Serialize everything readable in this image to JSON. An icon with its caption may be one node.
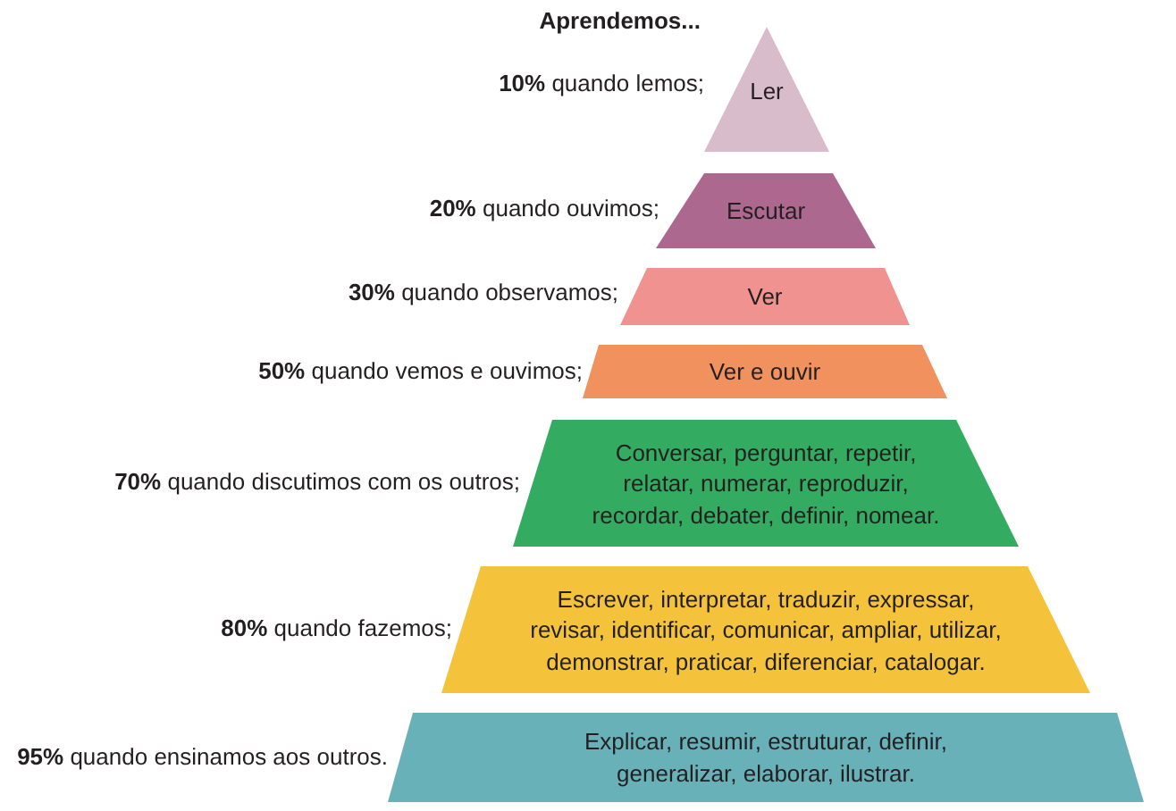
{
  "diagram": {
    "title": "Aprendemos...",
    "nodes": [
      {
        "text": [
          "Ler"
        ],
        "beside": [
          "**10%** quando lemos;"
        ]
      },
      {
        "text": [
          "Escutar"
        ],
        "beside": [
          "**20%** quando ouvimos;"
        ]
      },
      {
        "text": [
          "Ver"
        ],
        "beside": [
          "**30%** quando observamos;"
        ]
      },
      {
        "text": [
          "Ver e ouvir"
        ],
        "beside": [
          "**50%** quando vemos e ouvimos;"
        ]
      },
      {
        "text": [
          "Conversar, perguntar, repetir, relatar, numerar, reproduzir, recordar, debater, definir, nomear."
        ],
        "beside": [
          "**70%** quando discutimos com os outros;"
        ]
      },
      {
        "text": [
          "Escrever, interpretar, traduzir, expressar, revisar, identificar, comunicar, ampliar, utilizar, demonstrar, praticar, diferenciar, catalogar."
        ],
        "beside": [
          "**80%** quando fazemos;"
        ]
      },
      {
        "text": [
          "Explicar, resumir, estruturar, definir, generalizar, elaborar, ilustrar."
        ],
        "beside": [
          "**95%** quando ensinamos aos outros."
        ]
      }
    ]
  }
}
